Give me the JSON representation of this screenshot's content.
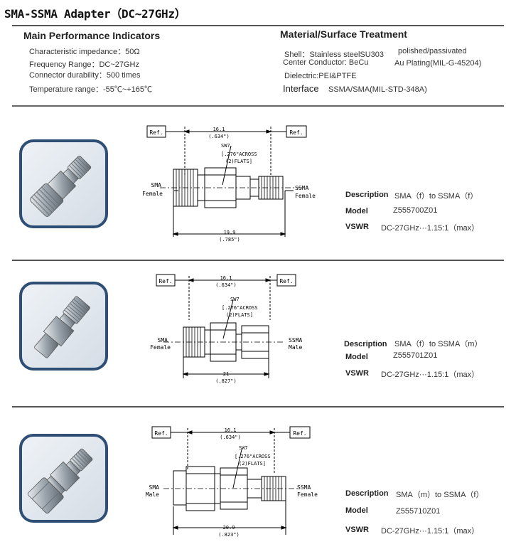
{
  "title": "SMA-SSMA Adapter（DC~27GHz）",
  "performance": {
    "heading": "Main Performance Indicators",
    "impedance": "Characteristic impedance：50Ω",
    "frequency": "Frequency Range：DC~27GHz",
    "durability": "Connector durability：500 times",
    "temperature": "Temperature range：-55℃~+165℃"
  },
  "material": {
    "heading": "Material/Surface Treatment",
    "shell": "Shell：Stainless steelSU303",
    "shell_finish": "polished/passivated",
    "center": "Center Conductor: BeCu",
    "center_finish": "Au Plating(MIL-G-45204)",
    "dielectric": "Dielectric:PEI&PTFE",
    "interface_label": "Interface",
    "interface_value": "SSMA/SMA(MIL-STD-348A)"
  },
  "labels": {
    "description": "Description",
    "model": "Model",
    "vswr": "VSWR"
  },
  "products": [
    {
      "description": "SMA（f）to SSMA（f）",
      "model": "Z555700Z01",
      "vswr": "DC-27GHz···1.15:1（max）",
      "ref": "Ref.",
      "top_dim": "16.1",
      "top_dim_in": "(.634\")",
      "bottom_dim": "19.9",
      "bottom_dim_in": "(.785\")",
      "sw": "SW7",
      "sw_note1": "[.276\"ACROSS",
      "sw_note2": "(2)FLATS]",
      "left_l1": "SMA",
      "left_l2": "Female",
      "right_l1": "SSMA",
      "right_l2": "Female"
    },
    {
      "description": "SMA（f）to SSMA（m）",
      "model": "Z555701Z01",
      "vswr": "DC-27GHz···1.15:1（max）",
      "ref": "Ref.",
      "top_dim": "16.1",
      "top_dim_in": "(.634\")",
      "bottom_dim": "21",
      "bottom_dim_in": "(.827\")",
      "sw": "SW7",
      "sw_note1": "[.276\"ACROSS",
      "sw_note2": "(2)FLATS]",
      "left_l1": "SMA",
      "left_l2": "Female",
      "right_l1": "SSMA",
      "right_l2": "Male"
    },
    {
      "description": "SMA（m）to SSMA（f）",
      "model": "Z555710Z01",
      "vswr": "DC-27GHz···1.15:1（max）",
      "ref": "Ref.",
      "top_dim": "16.1",
      "top_dim_in": "(.634\")",
      "bottom_dim": "20.9",
      "bottom_dim_in": "(.823\")",
      "sw": "SW7",
      "sw_note1": "[.276\"ACROSS",
      "sw_note2": "(2)FLATS]",
      "left_l1": "SMA",
      "left_l2": "Male",
      "right_l1": "SSMA",
      "right_l2": "Female"
    }
  ]
}
